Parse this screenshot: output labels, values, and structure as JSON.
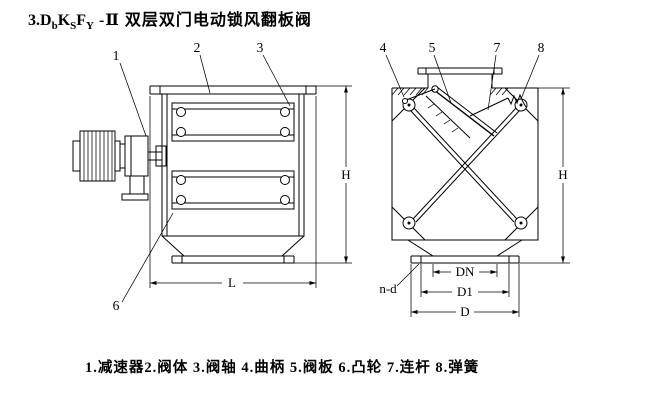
{
  "title": {
    "seg1": "3.D",
    "sub1": "b",
    "seg2": "K",
    "sub2": "S",
    "seg3": "F",
    "sub3": "Y",
    "seg4": " -Ⅱ 双层双门电动锁风翻板阀"
  },
  "callouts": {
    "c1": "1",
    "c2": "2",
    "c3": "3",
    "c4": "4",
    "c5": "5",
    "c6": "6",
    "c7": "7",
    "c8": "8"
  },
  "dimensions": {
    "h_left": "H",
    "h_right": "H",
    "length": "L",
    "dn": "DN",
    "d1": "D1",
    "d": "D",
    "bolt_note": "n-d"
  },
  "caption": "1.减速器2.阀体 3.阀轴 4.曲柄 5.阀板 6.凸轮 7.连杆 8.弹簧"
}
